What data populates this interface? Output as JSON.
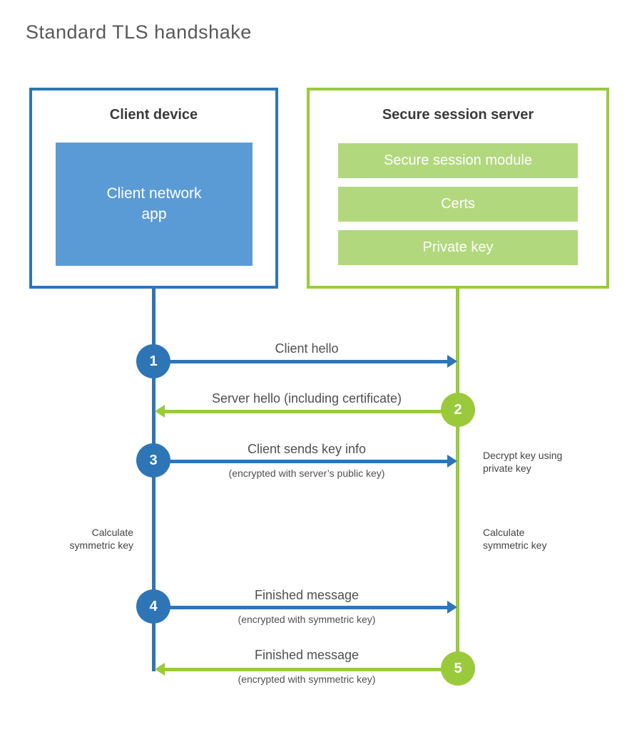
{
  "title": "Standard TLS handshake",
  "colors": {
    "blue": "#2e75b6",
    "blue_fill": "#5b9bd5",
    "green": "#9aca3c",
    "green_fill": "#b2d87e",
    "text_dark": "#3a3a3a",
    "text_gray": "#4f4f4f",
    "title_gray": "#58585a"
  },
  "client": {
    "title": "Client device",
    "app_label": "Client network\napp"
  },
  "server": {
    "title": "Secure session server",
    "modules": [
      "Secure session module",
      "Certs",
      "Private key"
    ]
  },
  "steps": [
    {
      "num": "1",
      "label": "Client hello",
      "sub": "",
      "direction": "right",
      "color": "blue"
    },
    {
      "num": "2",
      "label": "Server hello (including certificate)",
      "sub": "",
      "direction": "left",
      "color": "green"
    },
    {
      "num": "3",
      "label": "Client sends key info",
      "sub": "(encrypted with server’s public key)",
      "direction": "right",
      "color": "blue"
    },
    {
      "num": "4",
      "label": "Finished message",
      "sub": "(encrypted with symmetric key)",
      "direction": "right",
      "color": "blue"
    },
    {
      "num": "5",
      "label": "Finished message",
      "sub": "(encrypted with symmetric key)",
      "direction": "left",
      "color": "green"
    }
  ],
  "notes": {
    "decrypt": "Decrypt key using\nprivate key",
    "calc_left": "Calculate\nsymmetric key",
    "calc_right": "Calculate\nsymmetric key"
  }
}
